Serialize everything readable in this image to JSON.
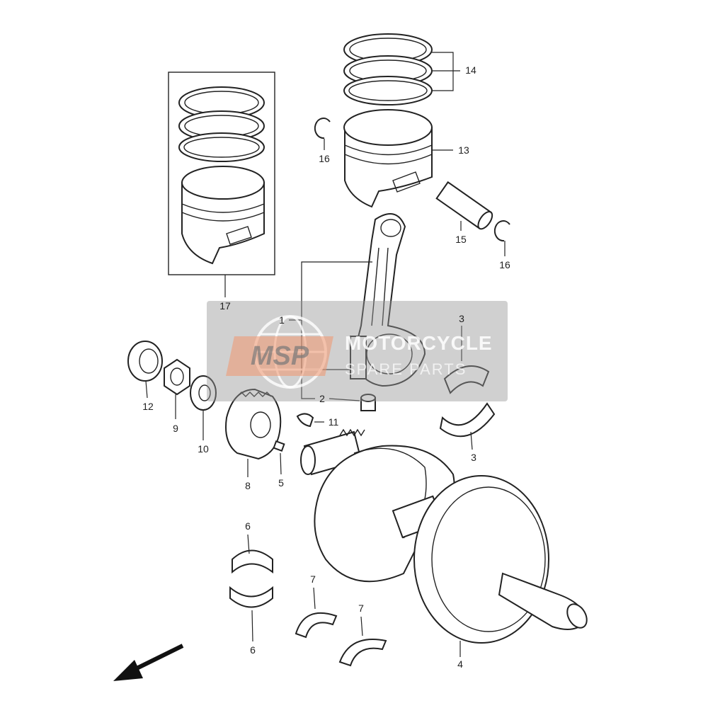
{
  "diagram": {
    "callouts": {
      "c14": "14",
      "c16a": "16",
      "c13": "13",
      "c15": "15",
      "c16b": "16",
      "c17": "17",
      "c1": "1",
      "c2": "2",
      "c3a": "3",
      "c3b": "3",
      "c11": "11",
      "c12": "12",
      "c9": "9",
      "c10": "10",
      "c8": "8",
      "c5": "5",
      "c6a": "6",
      "c6b": "6",
      "c7a": "7",
      "c7b": "7",
      "c4": "4"
    },
    "front_arrow_icon": "arrow-down-left"
  },
  "watermark": {
    "logo": "MSP",
    "line1": "MOTORCYCLE",
    "line2": "SPARE PARTS"
  }
}
